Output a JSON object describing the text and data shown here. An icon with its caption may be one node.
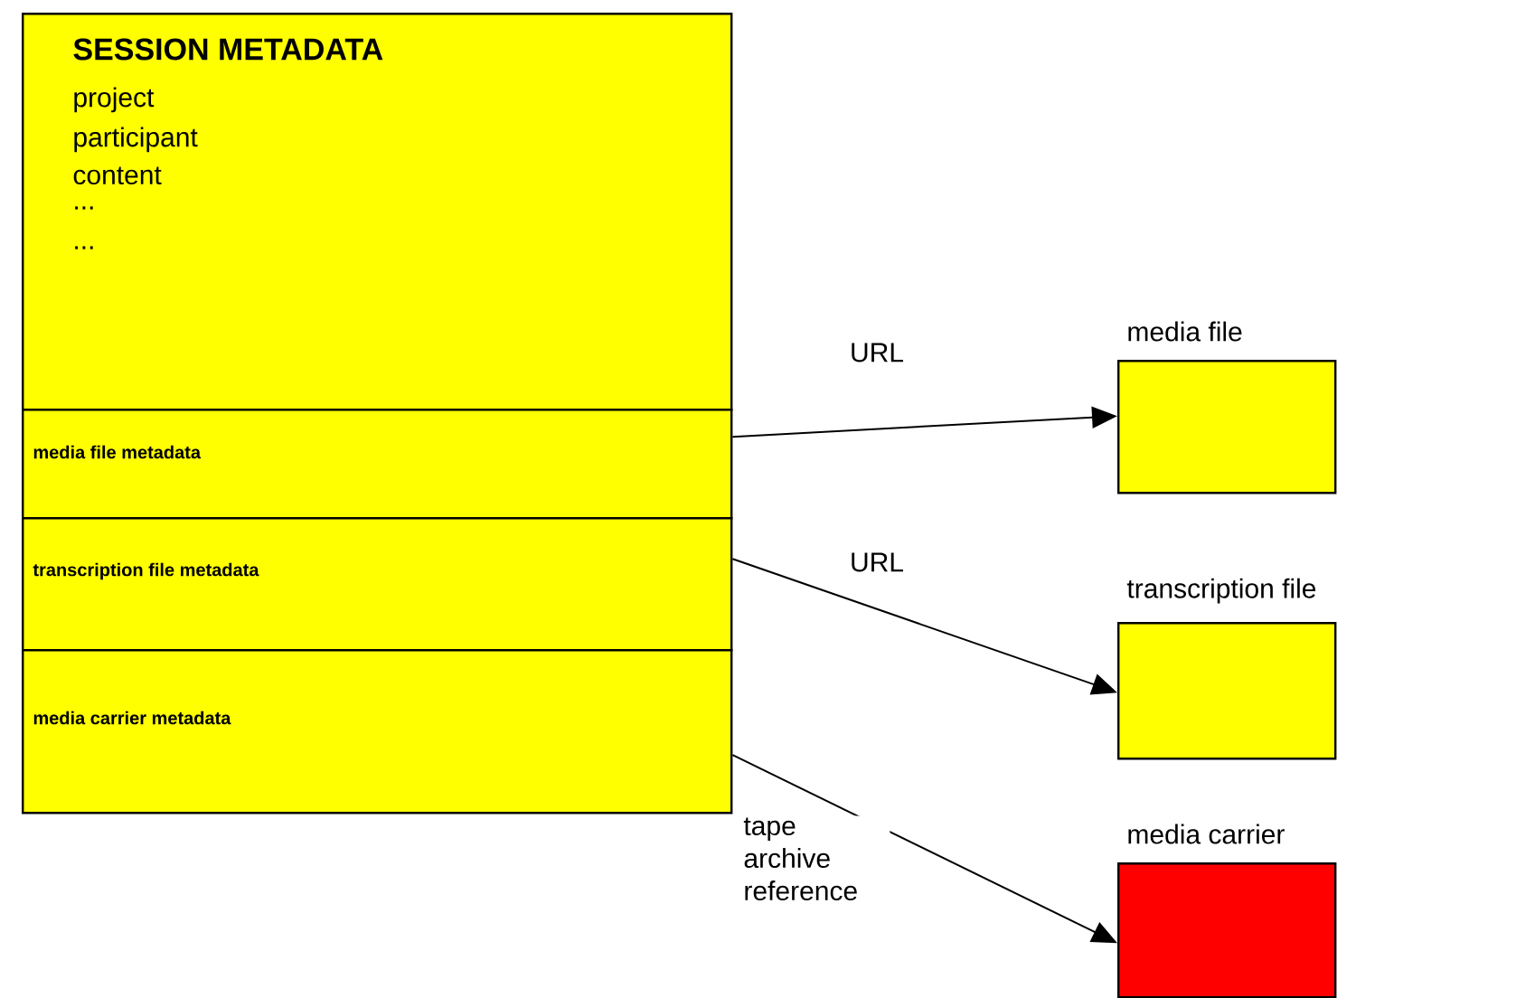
{
  "diagram": {
    "nodes": [
      {
        "text": [
          "SESSION METADATA",
          "project",
          "participant",
          "content",
          "...",
          "..."
        ]
      },
      {
        "text": [
          "media file metadata"
        ]
      },
      {
        "text": [
          "transcription file metadata"
        ]
      },
      {
        "text": [
          "media carrier metadata"
        ]
      },
      {
        "text": [
          "media file"
        ]
      },
      {
        "text": [
          "transcription file"
        ]
      },
      {
        "text": [
          "media carrier"
        ]
      }
    ],
    "edges": [
      {
        "from": 1,
        "to": 4,
        "arrow": "to",
        "label": "URL"
      },
      {
        "from": 2,
        "to": 5,
        "arrow": "to",
        "label": "URL"
      },
      {
        "from": 3,
        "to": 6,
        "arrow": "to",
        "label": "tape archive reference"
      }
    ]
  }
}
